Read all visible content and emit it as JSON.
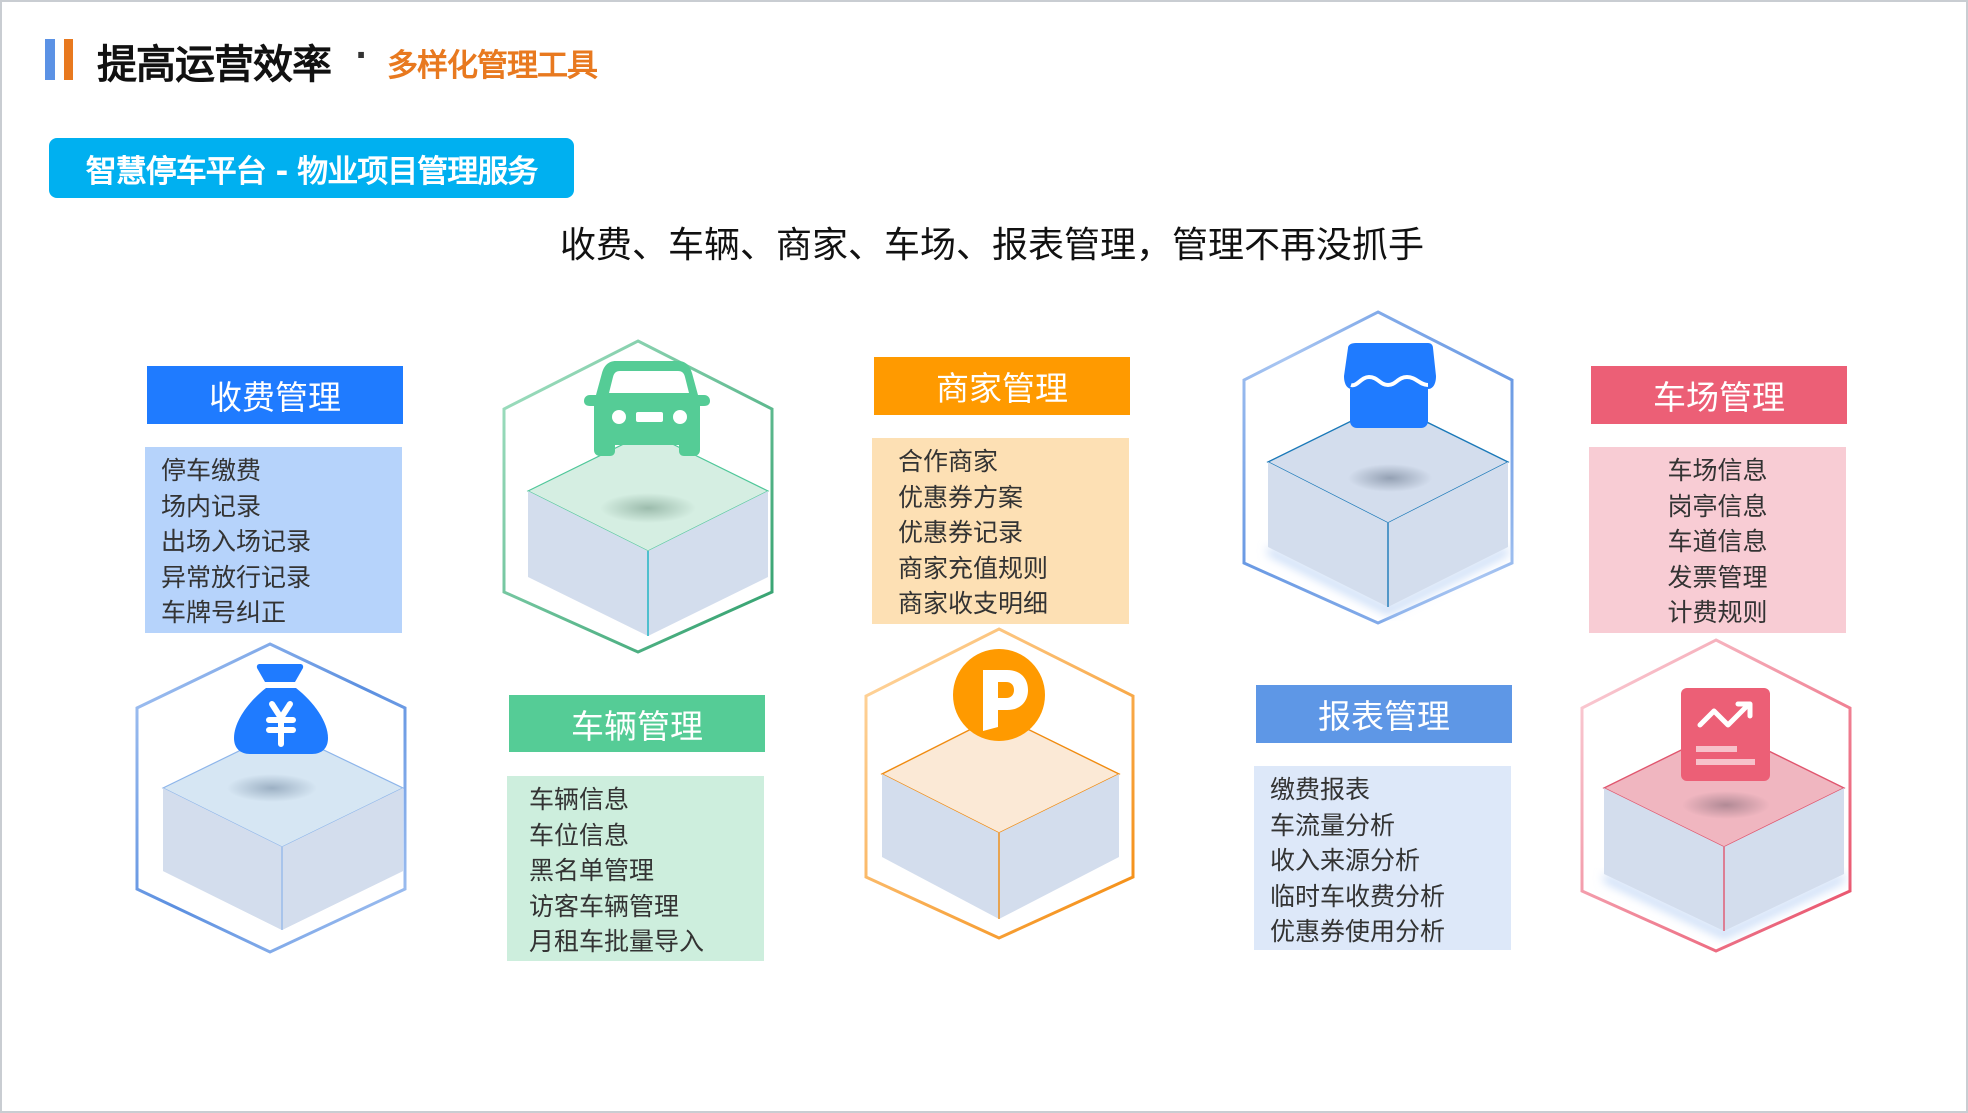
{
  "header": {
    "title": "提高运营效率",
    "separator": "·",
    "subtitle": "多样化管理工具",
    "accent_colors": [
      "#5b92e5",
      "#e8791f"
    ],
    "subtitle_color": "#e8791f"
  },
  "banner": {
    "label": "智慧停车平台 - 物业项目管理服务",
    "color": "#00b0f0"
  },
  "tagline": "收费、车辆、商家、车场、报表管理，管理不再没抓手",
  "modules": [
    {
      "id": "fee",
      "title": "收费管理",
      "title_color": "#1f7bff",
      "list_bg": "#b6d3fb",
      "icon": "money-bag-yen-icon",
      "items": [
        "停车缴费",
        "场内记录",
        "出场入场记录",
        "异常放行记录",
        "车牌号纠正"
      ]
    },
    {
      "id": "vehicle",
      "title": "车辆管理",
      "title_color": "#55cc96",
      "list_bg": "#cdeedd",
      "icon": "car-icon",
      "items": [
        "车辆信息",
        "车位信息",
        "黑名单管理",
        "访客车辆管理",
        "月租车批量导入"
      ]
    },
    {
      "id": "merchant",
      "title": "商家管理",
      "title_color": "#ff9a00",
      "list_bg": "#fde0b4",
      "icon": "parking-p-icon",
      "items": [
        "合作商家",
        "优惠券方案",
        "优惠券记录",
        "商家充值规则",
        "商家收支明细"
      ]
    },
    {
      "id": "report",
      "title": "报表管理",
      "title_color": "#5e97e6",
      "list_bg": "#dde8f9",
      "icon": "storefront-icon",
      "items": [
        "缴费报表",
        "车流量分析",
        "收入来源分析",
        "临时车收费分析",
        "优惠券使用分析"
      ]
    },
    {
      "id": "lot",
      "title": "车场管理",
      "title_color": "#ec5f76",
      "list_bg": "#f8ccd4",
      "icon": "report-chart-icon",
      "items": [
        "车场信息",
        "岗亭信息",
        "车道信息",
        "发票管理",
        "计费规则"
      ]
    }
  ]
}
